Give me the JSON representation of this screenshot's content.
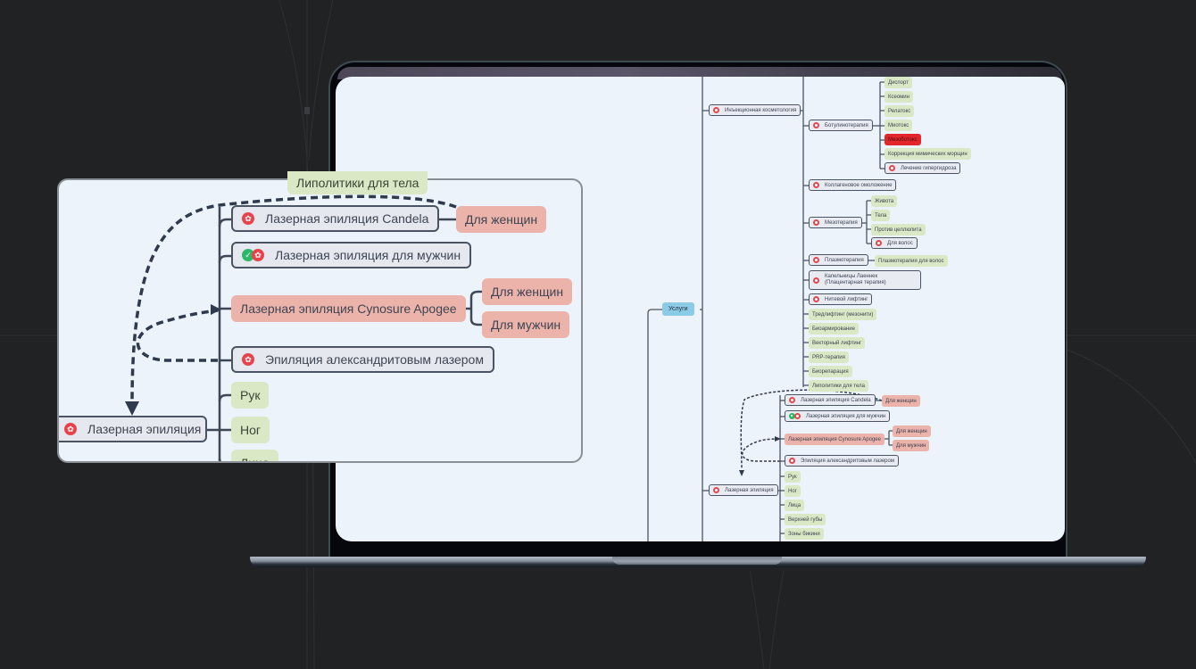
{
  "mindmap": {
    "root": "Услуги",
    "branches": {
      "injection": {
        "label": "Инъекционная косметология",
        "botox": {
          "label": "Ботулинотерапия",
          "items": [
            "Диспорт",
            "Ксеомин",
            "Релатокс",
            "Миотокс",
            "Мезоботокс",
            "Коррекция мимических морщин",
            "Лечение гипергидроза"
          ]
        },
        "collagen": "Коллагеновое омоложение",
        "meso": {
          "label": "Мезотерапия",
          "items": [
            "Живота",
            "Тела",
            "Против целлюлита",
            "Для волос"
          ]
        },
        "plasma": {
          "label": "Плазмотерапия",
          "child": "Плазмотерапия для волос"
        },
        "laennec": "Капельницы Лаеннек (Плацентарная терапия)",
        "thread": "Нитевой лифтинг",
        "others": [
          "Тредлифтинг (мезонити)",
          "Биоармирование",
          "Векторный лифтинг",
          "PRP-терапия",
          "Биорепарация",
          "Липолитики для тела"
        ]
      },
      "laser": {
        "label": "Лазерная эпиляция",
        "candela": {
          "label": "Лазерная эпиляция Candela",
          "child": "Для женщин"
        },
        "men": "Лазерная эпиляция для мужчин",
        "cynosure": {
          "label": "Лазерная эпиляция Cynosure Apogee",
          "children": [
            "Для женщин",
            "Для мужчин"
          ]
        },
        "alex": "Эпиляция александритовым лазером",
        "zones": [
          "Рук",
          "Ног",
          "Лица",
          "Верхней губы",
          "Зоны бикини"
        ]
      }
    },
    "highlight_color": "#e3262b",
    "node_colors": {
      "green": "#dbe8c6",
      "pink": "#ebb3aa",
      "blue": "#8ccbe6",
      "marker": "#e3474e",
      "done": "#2db865"
    }
  },
  "icons": {
    "marker": "star-marker-icon",
    "done": "check-icon"
  }
}
